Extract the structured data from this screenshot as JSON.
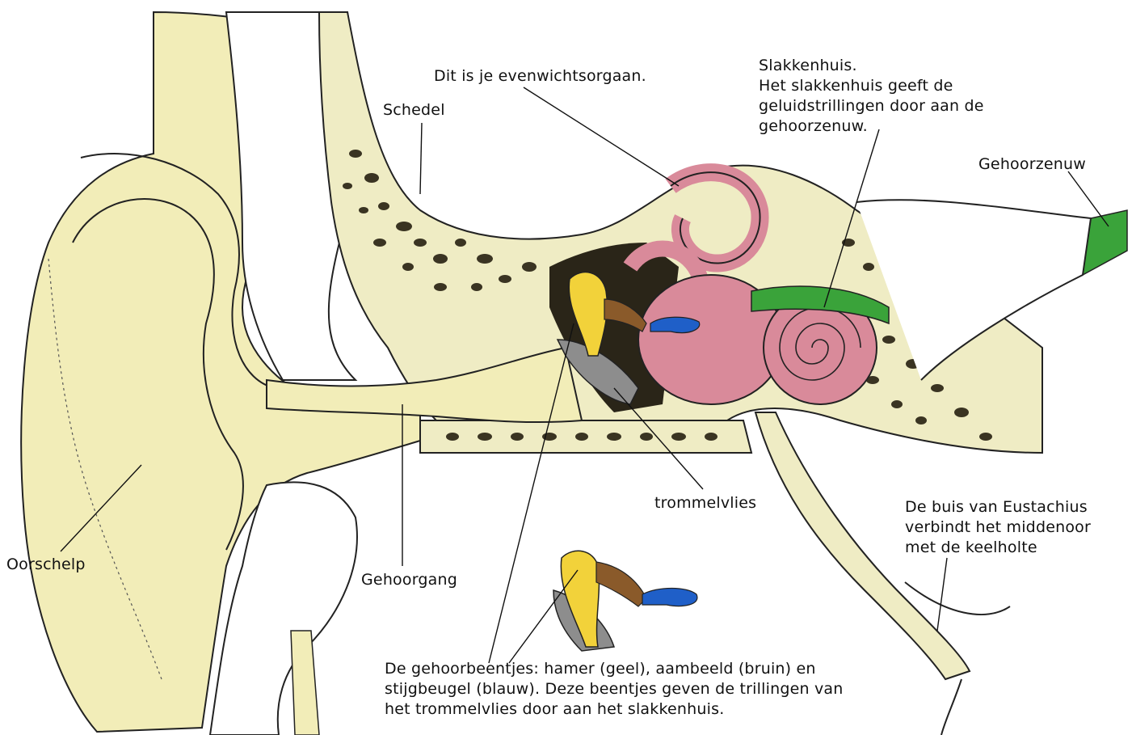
{
  "labels": {
    "schedel": "Schedel",
    "evenwicht": "Dit is je evenwichtsorgaan.",
    "slakkenhuis": "Slakkenhuis.\nHet slakkenhuis geeft de\ngeluidstrillingen door aan de\ngehoorzenuw.",
    "gehoorzenuw": "Gehoorzenuw",
    "oorschelp": "Oorschelp",
    "gehoorgang": "Gehoorgang",
    "trommelvlies": "trommelvlies",
    "eustachius": "De buis van Eustachius\nverbindt het middenoor\nmet de keelholte",
    "beentjes": "De gehoorbeentjes: hamer (geel), aambeeld (bruin) en\nstijgbeugel (blauw). Deze beentjes geven de trillingen van\nhet trommelvlies door aan het slakkenhuis."
  },
  "colors": {
    "skin": "#f2edb8",
    "bone": "#efecc4",
    "bone_dark": "#3a3422",
    "cochlea": "#d98a9a",
    "nerve": "#3aa33a",
    "hammer": "#f2d23a",
    "anvil": "#8a5a2a",
    "stirrup": "#1f5fc8",
    "eardrum": "#8d8d8d",
    "outline": "#222222"
  }
}
